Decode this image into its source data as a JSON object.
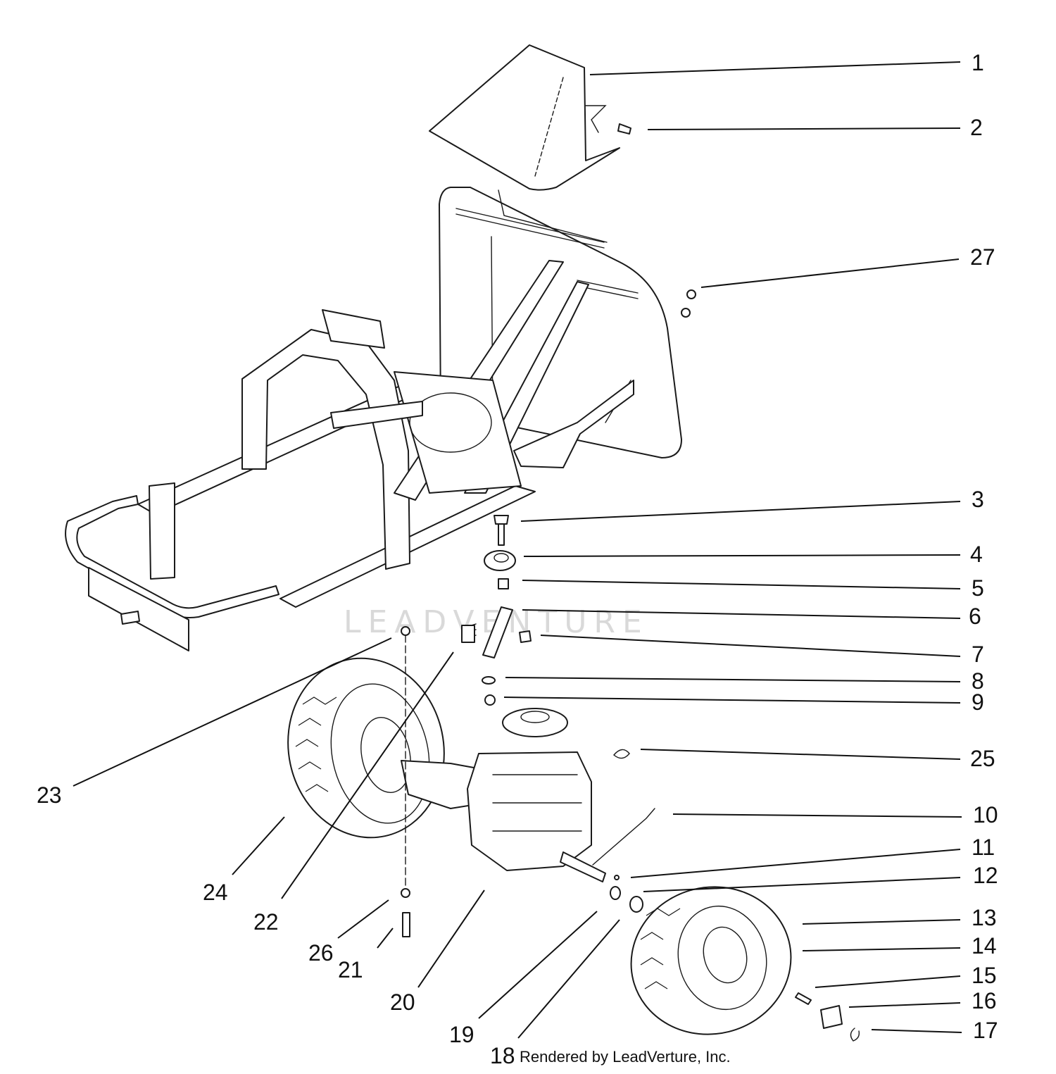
{
  "watermark": "LEADVENTURE",
  "credit": "Rendered by LeadVerture, Inc.",
  "callouts": [
    {
      "id": "1",
      "label": "1"
    },
    {
      "id": "2",
      "label": "2"
    },
    {
      "id": "27",
      "label": "27"
    },
    {
      "id": "3",
      "label": "3"
    },
    {
      "id": "4",
      "label": "4"
    },
    {
      "id": "5",
      "label": "5"
    },
    {
      "id": "6",
      "label": "6"
    },
    {
      "id": "7",
      "label": "7"
    },
    {
      "id": "8",
      "label": "8"
    },
    {
      "id": "9",
      "label": "9"
    },
    {
      "id": "25",
      "label": "25"
    },
    {
      "id": "10",
      "label": "10"
    },
    {
      "id": "11",
      "label": "11"
    },
    {
      "id": "12",
      "label": "12"
    },
    {
      "id": "13",
      "label": "13"
    },
    {
      "id": "14",
      "label": "14"
    },
    {
      "id": "15",
      "label": "15"
    },
    {
      "id": "16",
      "label": "16"
    },
    {
      "id": "17",
      "label": "17"
    },
    {
      "id": "23",
      "label": "23"
    },
    {
      "id": "24",
      "label": "24"
    },
    {
      "id": "22",
      "label": "22"
    },
    {
      "id": "26",
      "label": "26"
    },
    {
      "id": "21",
      "label": "21"
    },
    {
      "id": "20",
      "label": "20"
    },
    {
      "id": "19",
      "label": "19"
    },
    {
      "id": "18",
      "label": "18"
    }
  ]
}
